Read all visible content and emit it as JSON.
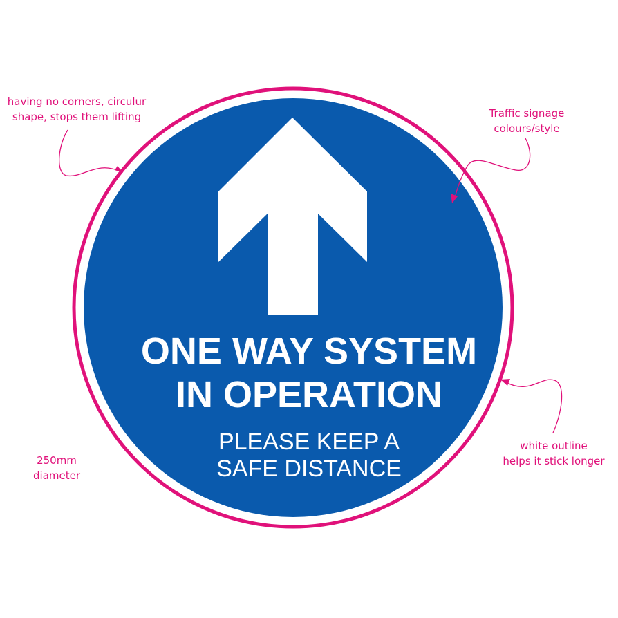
{
  "sign": {
    "headline_line1": "ONE WAY SYSTEM",
    "headline_line2": "IN OPERATION",
    "subline_line1": "PLEASE KEEP A",
    "subline_line2": "SAFE DISTANCE",
    "arrow_direction": "up"
  },
  "annotations": {
    "top_left_line1": "having no corners, circulur",
    "top_left_line2": "shape, stops them lifting",
    "top_right_line1": "Traffic signage",
    "top_right_line2": "colours/style",
    "bottom_right_line1": "white outline",
    "bottom_right_line2": "helps it stick longer",
    "bottom_left_line1": "250mm",
    "bottom_left_line2": "diameter"
  },
  "colors": {
    "sign_blue": "#0a5aad",
    "outline_pink": "#e0117a",
    "white": "#ffffff"
  },
  "icons": [
    "arrow-up-icon",
    "curved-pointer-arrow-icon"
  ]
}
